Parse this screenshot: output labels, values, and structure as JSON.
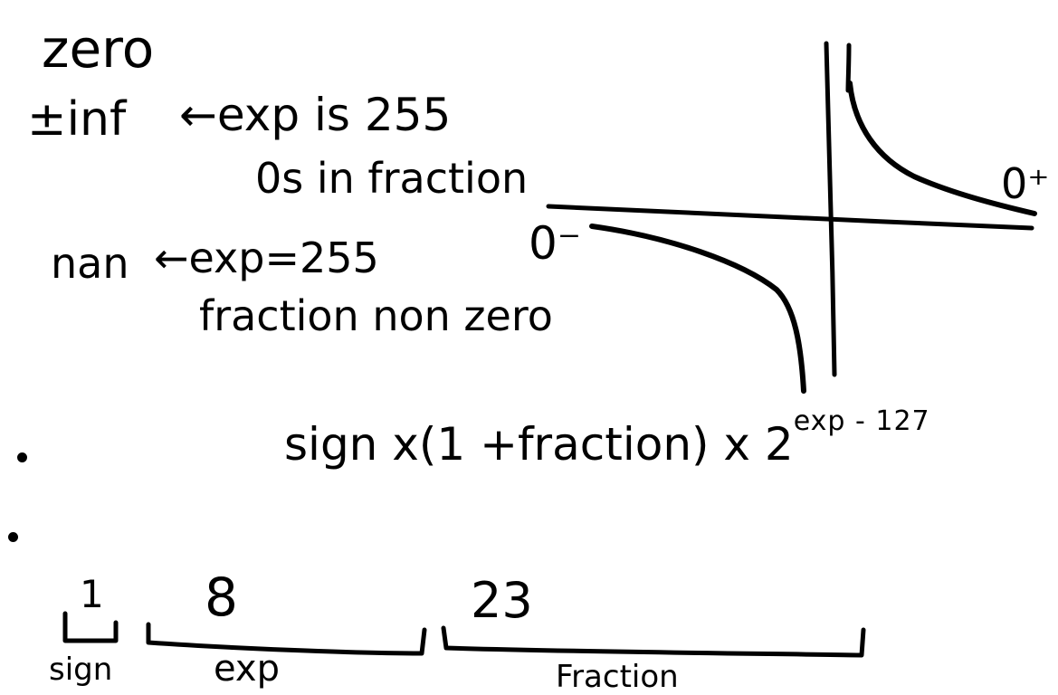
{
  "notes": {
    "zero": "zero",
    "inf": "±inf",
    "inf_rule_1": "←exp is 255",
    "inf_rule_2": "0s in fraction",
    "nan": "nan",
    "nan_rule_1": "←exp=255",
    "nan_rule_2": "fraction non zero"
  },
  "graph": {
    "neg_label": "0⁻",
    "pos_label": "0⁺"
  },
  "formula": {
    "base": "sign x(1 +fraction) x 2",
    "exponent": "exp - 127"
  },
  "bit_layout": [
    {
      "bits": "1",
      "field": "sign"
    },
    {
      "bits": "8",
      "field": "exp"
    },
    {
      "bits": "23",
      "field": "Fraction"
    }
  ]
}
